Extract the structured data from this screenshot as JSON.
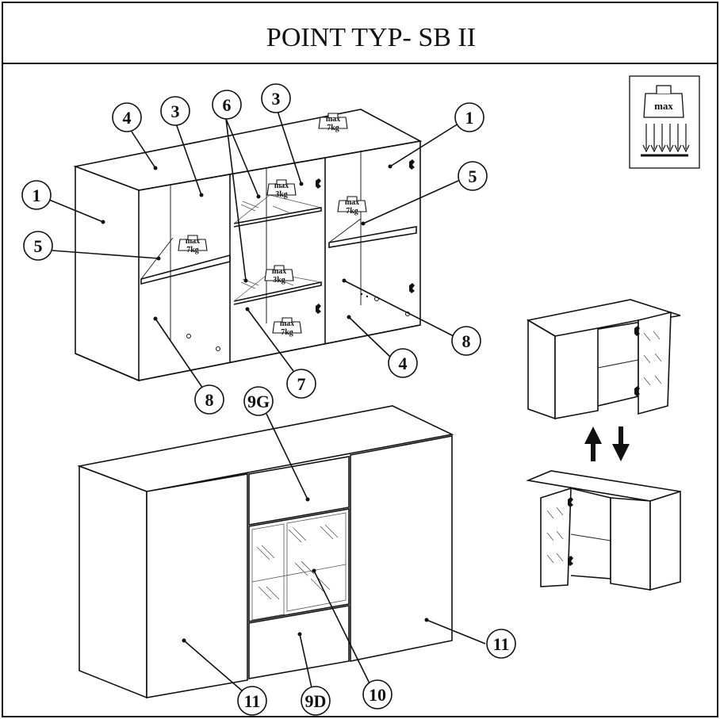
{
  "title": "POINT TYP- SB II",
  "legend_icon": {
    "label": "max",
    "icon": "weight-load-icon"
  },
  "weights": {
    "top": "max 7kg",
    "left_shelf": "max 7kg",
    "center_upper_shelf": "max 3kg",
    "center_lower_shelf": "max 3kg",
    "center_bottom": "max 7kg",
    "right_shelf": "max 7kg"
  },
  "callouts": [
    {
      "id": "c4a",
      "label": "4"
    },
    {
      "id": "c3a",
      "label": "3"
    },
    {
      "id": "c6",
      "label": "6"
    },
    {
      "id": "c3b",
      "label": "3"
    },
    {
      "id": "c1a",
      "label": "1"
    },
    {
      "id": "c1b",
      "label": "1"
    },
    {
      "id": "c5a",
      "label": "5"
    },
    {
      "id": "c5b",
      "label": "5"
    },
    {
      "id": "c8a",
      "label": "8"
    },
    {
      "id": "c4b",
      "label": "4"
    },
    {
      "id": "c7",
      "label": "7"
    },
    {
      "id": "c8b",
      "label": "8"
    },
    {
      "id": "c9g",
      "label": "9G"
    },
    {
      "id": "c11a",
      "label": "11"
    },
    {
      "id": "c11b",
      "label": "11"
    },
    {
      "id": "c9d",
      "label": "9D"
    },
    {
      "id": "c10",
      "label": "10"
    }
  ],
  "door_swap_arrows": [
    "up-arrow-icon",
    "down-arrow-icon"
  ]
}
